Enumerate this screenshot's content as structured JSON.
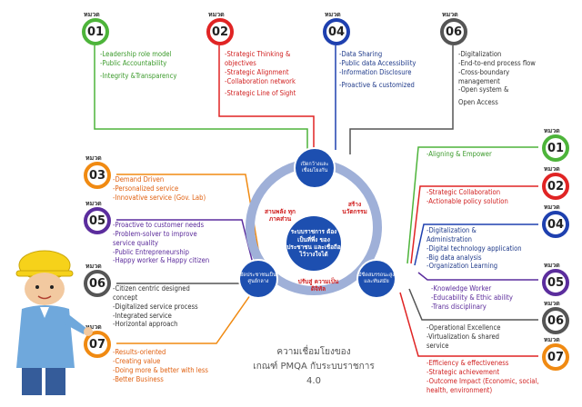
{
  "badge_caption": "หมวด",
  "top": [
    {
      "num": "01",
      "items": [
        "-Leadership role model",
        "-Public Accountability",
        "-Integrity &Transparency"
      ]
    },
    {
      "num": "02",
      "items": [
        "-Strategic Thinking &",
        "objectives",
        "-Strategic Alignment",
        "-Collaboration network",
        "-Strategic Line of Sight"
      ]
    },
    {
      "num": "04",
      "items": [
        "-Data Sharing",
        "-Public data Accessibility",
        "-Information Disclosure",
        "-Proactive & customized"
      ]
    },
    {
      "num": "06",
      "items": [
        "-Digitalization",
        "-End-to-end process flow",
        "-Cross-boundary",
        "management",
        "-Open system &",
        "Open Access"
      ]
    }
  ],
  "left": [
    {
      "num": "03",
      "items": [
        "-Demand Driven",
        "-Personalized service",
        "-Innovative service (Gov. Lab)"
      ]
    },
    {
      "num": "05",
      "items": [
        "-Proactive to customer needs",
        "-Problem-solver to improve",
        "service quality",
        "-Public Entrepreneurship",
        "-Happy worker & Happy citizen"
      ]
    },
    {
      "num": "06",
      "items": [
        "-Citizen centric designed",
        "concept",
        "-Digitalized service process",
        "-Integrated service",
        "-Horizontal approach"
      ]
    },
    {
      "num": "07",
      "items": [
        "-Results-oriented",
        "-Creating value",
        "-Doing more & better with less",
        "-Better Business"
      ]
    }
  ],
  "right": [
    {
      "num": "01",
      "items": [
        "-Aligning & Empower"
      ]
    },
    {
      "num": "02",
      "items": [
        "-Strategic Collaboration",
        "-Actionable policy solution"
      ]
    },
    {
      "num": "04",
      "items": [
        "-Digitalization &",
        "Administration",
        "-Digital technology application",
        "-Big data analysis",
        "-Organization Learning"
      ]
    },
    {
      "num": "05",
      "items": [
        "-Knowledge Worker",
        "-Educability & Ethic ability",
        "-Trans disciplinary"
      ]
    },
    {
      "num": "06",
      "items": [
        "-Operational Excellence",
        "-Virtualization & shared",
        "service"
      ]
    },
    {
      "num": "07",
      "items": [
        "-Efficiency & effectiveness",
        "-Strategic achievement",
        "-Outcome Impact (Economic, social,",
        "health, environment)"
      ]
    }
  ],
  "center": {
    "core": "ระบบราชการ ต้องเป็นที่พึ่ง ของประชาชน และเชื่อถือ ไว้วางใจได้",
    "node_top": "เปิดกว้างและ เชื่อมโยงกัน",
    "node_left": "ยึดประชาชนเป็น ศูนย์กลาง",
    "node_right": "มีขีดสมรรถนะสูง และทันสมัย",
    "label_left": "สานพลัง ทุกภาคส่วน",
    "label_right": "สร้าง นวัตกรรม",
    "label_bottom": "ปรับสู่ ความเป็นดิจิทัล"
  },
  "caption": {
    "line1": "ความเชื่อมโยงของ",
    "line2": "เกณฑ์ PMQA กับระบบราชการ 4.0"
  },
  "colors": {
    "green": "#4db43a",
    "red": "#e02424",
    "blue": "#1e40af",
    "gray": "#555555",
    "orange": "#f08a12",
    "purple": "#5b2d9d",
    "hub": "#1d4fb0",
    "ring": "#9fb0d8"
  }
}
